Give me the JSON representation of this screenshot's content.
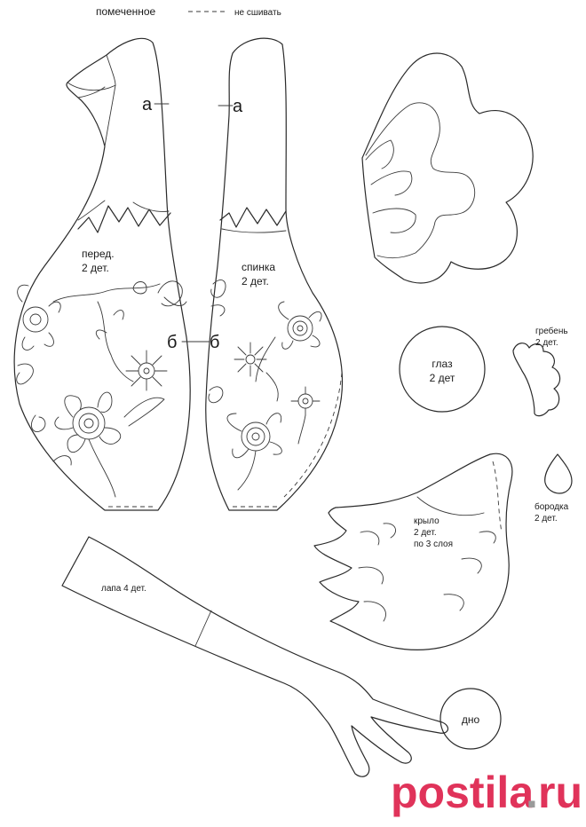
{
  "legend": {
    "marked_label": "помеченное",
    "no_sew_label": "не сшивать"
  },
  "front": {
    "name": "перед.",
    "count": "2 дет."
  },
  "back": {
    "name": "спинка",
    "count": "2 дет."
  },
  "markers": {
    "a": "а",
    "b": "б"
  },
  "eye": {
    "name": "глаз",
    "count": "2 дет"
  },
  "comb": {
    "name": "гребень",
    "count": "2 дет."
  },
  "wattle": {
    "name": "бородка",
    "count": "2 дет."
  },
  "wing": {
    "name": "крыло",
    "count": "2 дет.",
    "layers": "по 3 слоя"
  },
  "leg": {
    "label": "лапа 4 дет."
  },
  "bottom": {
    "label": "дно"
  },
  "watermark": {
    "brand": "postila",
    "dot": ".",
    "tld": "ru"
  },
  "colors": {
    "line": "#2a2a2a",
    "watermark": "#e0335a",
    "watermark_dot": "#9a9a9a"
  }
}
